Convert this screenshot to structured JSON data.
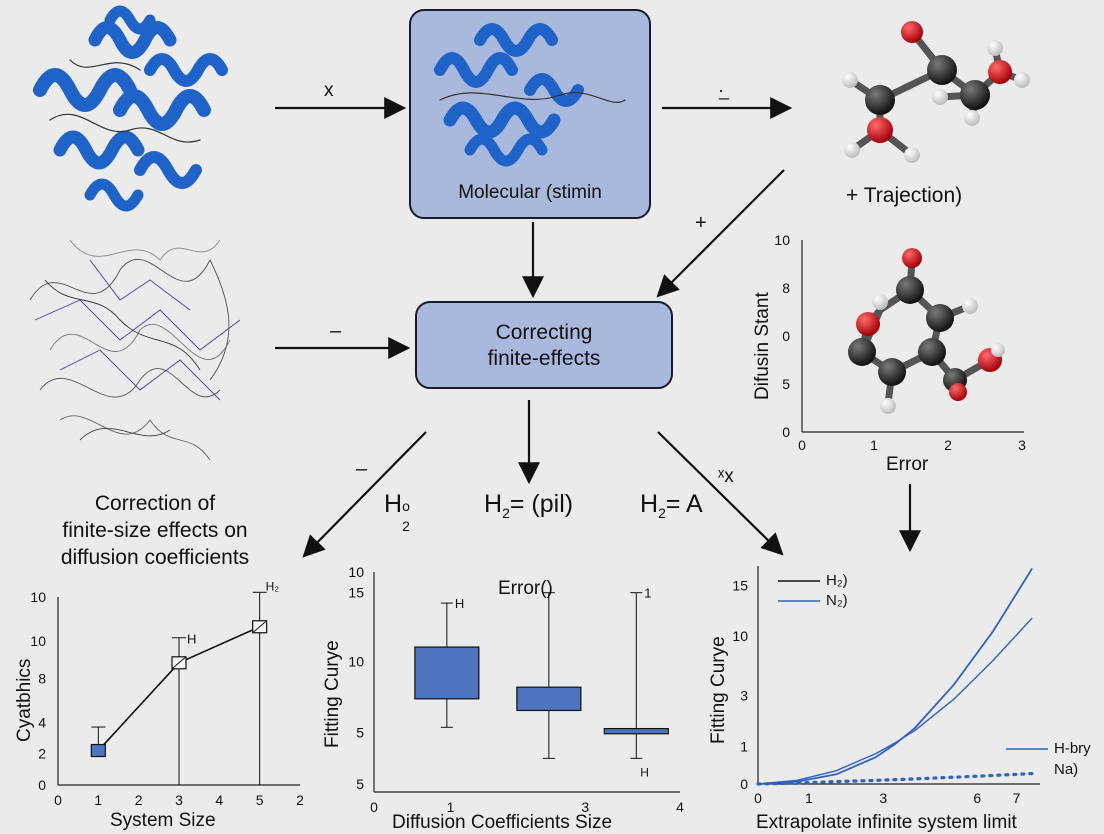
{
  "boxes": {
    "md": "Molecular (stimin",
    "corr_1": "Correcting",
    "corr_2": "finite-effects"
  },
  "labels": {
    "traj": "+ Trajection)",
    "arrow_x": "x",
    "arrow_dot": "·̲",
    "arrow_plus": "+",
    "arrow_minus_1": "–",
    "arrow_minus_2": "–",
    "arrow_xx": "ˣx",
    "title_1": "Correction of",
    "title_2": "finite-size effects on",
    "title_3": "diffusion coefficients",
    "h2_o": "H",
    "h2_o_sub": "2",
    "h2_o_sup": "o",
    "h2_pil": "H",
    "h2_pil_sub": "2",
    "h2_pil_rest": "= (pil)",
    "h2_a": "H",
    "h2_a_sub": "2",
    "h2_a_rest": "= A"
  },
  "colors": {
    "protein_blue": "#1f63c9",
    "box_fill": "#a9b9de",
    "carbon": "#1a1a1a",
    "oxygen": "#d0101a",
    "hydrogen": "#f4f4f4",
    "line_blue": "#2f62c4",
    "bar_blue": "#4f74bf"
  },
  "chart_data": [
    {
      "id": "chart1",
      "type": "line",
      "ylabel": "Cyatbhics",
      "xlabel": "System Size",
      "x_ticks": [
        "0",
        "1",
        "2",
        "3",
        "4",
        "5",
        "2"
      ],
      "y_ticks": [
        "0",
        "2",
        "4",
        "8",
        "10",
        "10"
      ],
      "x": [
        1,
        3,
        5
      ],
      "y": [
        2.2,
        7.8,
        10.1
      ],
      "err_hi": [
        3.7,
        9.4,
        12.3
      ],
      "err_lo": [
        2.2,
        0,
        0
      ],
      "annotations": [
        "H",
        "H₂"
      ],
      "xlim": [
        0,
        6
      ],
      "ylim": [
        0,
        12
      ]
    },
    {
      "id": "chart2",
      "type": "box",
      "title": "Error()",
      "ylabel": "Fitting Curye",
      "xlabel": "Diffusion Coefficients Size",
      "x_ticks": [
        "0",
        "1",
        "3",
        "4"
      ],
      "y_ticks": [
        "5",
        "5",
        "10",
        "15",
        "10"
      ],
      "boxes": [
        {
          "x": 1,
          "q1": 7.2,
          "q3": 11.2,
          "lo": 5.0,
          "hi": 14.6,
          "label": "H"
        },
        {
          "x": 2.4,
          "q1": 6.3,
          "q3": 8.1,
          "lo": 2.6,
          "hi": 15.4,
          "label": ""
        },
        {
          "x": 3.6,
          "q1": 4.5,
          "q3": 4.9,
          "lo": 2.6,
          "hi": 15.4,
          "label": "1"
        }
      ],
      "box_bottom_label": "H",
      "xlim": [
        0,
        4.2
      ],
      "ylim": [
        0,
        17
      ]
    },
    {
      "id": "chart3",
      "type": "scatter",
      "ylabel": "Difusin Stant",
      "xlabel": "Error",
      "x_ticks": [
        "0",
        "1",
        "2",
        "3"
      ],
      "y_ticks": [
        "0",
        "5",
        "0",
        "8",
        "10"
      ],
      "xlim": [
        0,
        3
      ],
      "ylim": [
        0,
        10
      ]
    },
    {
      "id": "chart4",
      "type": "line",
      "ylabel": "Fitting Curye",
      "xlabel": "Extrapolate infinite system limit",
      "x_ticks": [
        "0",
        "1",
        "3",
        "6",
        "7"
      ],
      "y_ticks": [
        "0",
        "1",
        "3",
        "10",
        "15"
      ],
      "series": [
        {
          "name": "H₂)",
          "color": "#111111",
          "style": "solid"
        },
        {
          "name": "N₂)",
          "color": "#2f62c4",
          "style": "solid"
        },
        {
          "name": "H-bry",
          "color": "#2f62c4",
          "style": "solid"
        },
        {
          "name": "Na)",
          "color": "#2f62c4",
          "style": "dotted"
        }
      ],
      "curves": {
        "s1": {
          "x": [
            0,
            1,
            2,
            3,
            3.5,
            4,
            5,
            6,
            7
          ],
          "y": [
            0,
            0.2,
            0.8,
            2.2,
            3.3,
            4.6,
            8.2,
            12.6,
            17.8
          ]
        },
        "s2": {
          "x": [
            0,
            1,
            2,
            3,
            3.5,
            4,
            5,
            6,
            7
          ],
          "y": [
            0,
            0.3,
            1.1,
            2.5,
            3.4,
            4.4,
            7.0,
            10.2,
            13.7
          ]
        },
        "s3": {
          "x": [
            0,
            1,
            2,
            3,
            4,
            5,
            6,
            7
          ],
          "y": [
            0,
            0.08,
            0.2,
            0.3,
            0.42,
            0.56,
            0.7,
            0.86
          ]
        }
      },
      "xlim": [
        0,
        7.2
      ],
      "ylim": [
        0,
        18
      ]
    }
  ]
}
